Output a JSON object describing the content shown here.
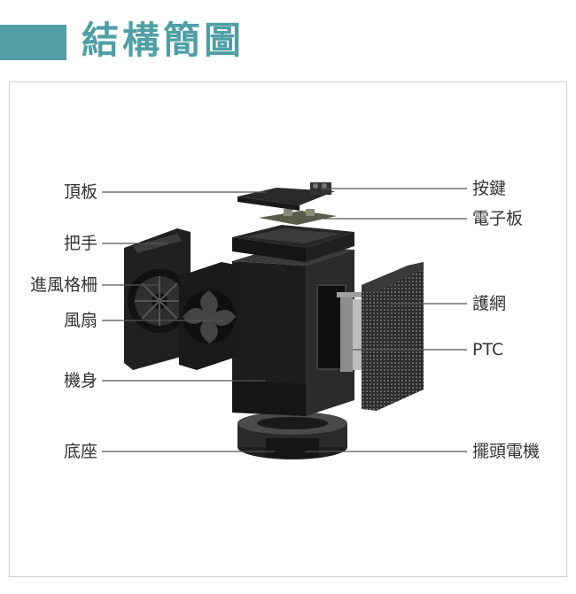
{
  "header": {
    "title": "結構簡圖",
    "accent_color": "#4f9fa5"
  },
  "labels_left": [
    {
      "id": "top-plate",
      "text": "頂板"
    },
    {
      "id": "handle",
      "text": "把手"
    },
    {
      "id": "intake-grille",
      "text": "進風格柵"
    },
    {
      "id": "fan",
      "text": "風扇"
    },
    {
      "id": "body",
      "text": "機身"
    },
    {
      "id": "base",
      "text": "底座"
    }
  ],
  "labels_right": [
    {
      "id": "button",
      "text": "按鍵"
    },
    {
      "id": "circuit-board",
      "text": "電子板"
    },
    {
      "id": "guard-mesh",
      "text": "護網"
    },
    {
      "id": "ptc",
      "text": "PTC"
    },
    {
      "id": "oscillation-motor",
      "text": "擺頭電機"
    }
  ]
}
